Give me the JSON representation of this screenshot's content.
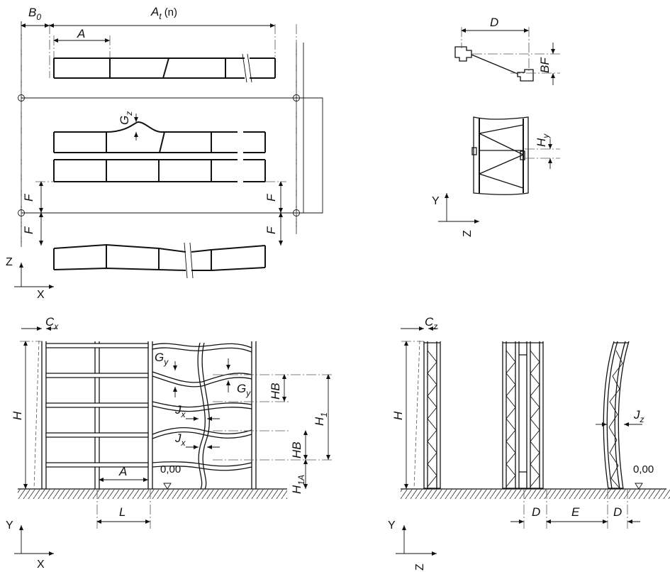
{
  "labels": {
    "B0": "B",
    "B0_sub": "0",
    "At": "A",
    "At_sub": "t",
    "At_n": "(n)",
    "A": "A",
    "Gz": "G",
    "Gz_sub": "z",
    "F": "F",
    "D": "D",
    "BF": "BF",
    "Hy": "H",
    "Hy_sub": "y",
    "Cx": "C",
    "Cx_sub": "x",
    "Cz": "C",
    "Cz_sub": "z",
    "H": "H",
    "Gy": "G",
    "Gy_sub": "y",
    "HB": "HB",
    "H1": "H",
    "H1_sub": "1",
    "Jx": "J",
    "Jx_sub": "x",
    "Jz": "J",
    "Jz_sub": "z",
    "H1A": "H",
    "H1A_sub": "1A",
    "L": "L",
    "E": "E",
    "level": "0,00"
  },
  "axes": {
    "X": "X",
    "Y": "Y",
    "Z": "Z"
  }
}
